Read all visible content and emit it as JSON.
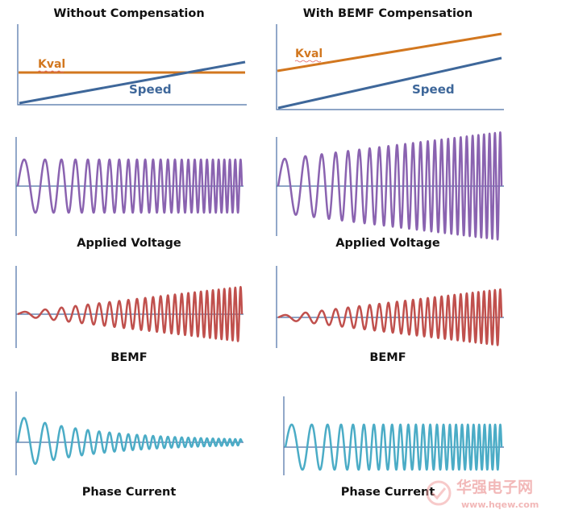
{
  "titles": {
    "left": "Without Compensation",
    "right": "With BEMF Compensation"
  },
  "labels": {
    "kval": "Kval",
    "speed": "Speed",
    "applied_voltage": "Applied Voltage",
    "bemf": "BEMF",
    "phase_current": "Phase Current"
  },
  "watermark": {
    "name": "华强电子网",
    "url": "www.hqew.com"
  },
  "colors": {
    "kval": "#d2771f",
    "speed": "#3e679a",
    "applied_voltage": "#8a63b0",
    "bemf": "#c0504d",
    "phase_current": "#4bacc6",
    "axis": "#4a6fa5"
  }
}
